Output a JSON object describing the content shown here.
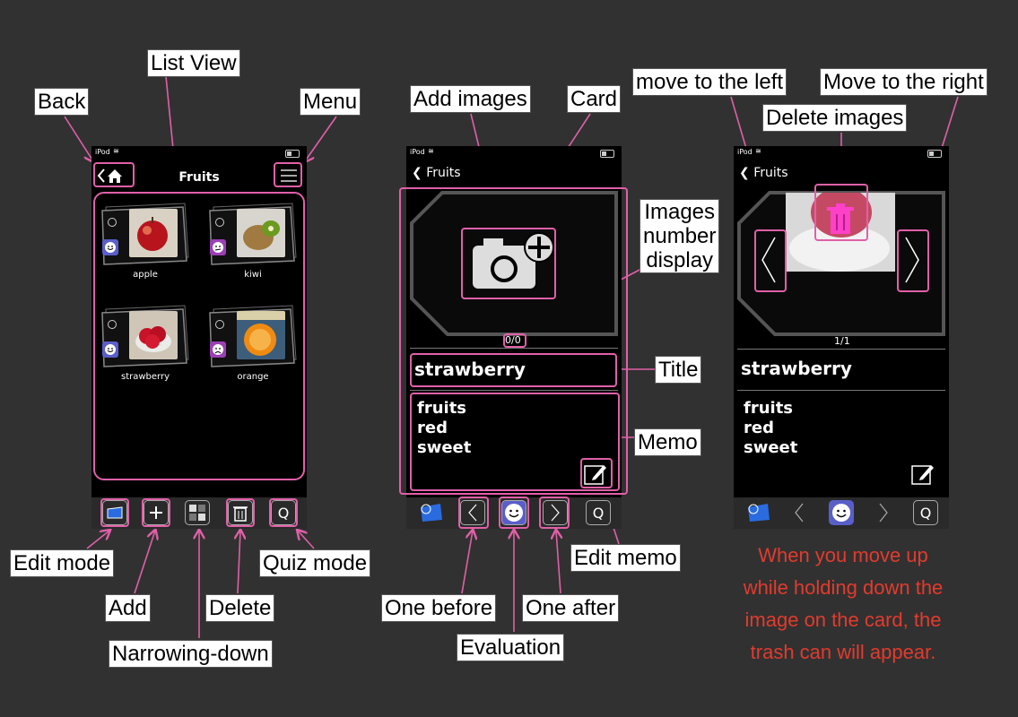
{
  "labels": {
    "list_view": "List View",
    "back": "Back",
    "menu": "Menu",
    "edit_mode": "Edit mode",
    "add": "Add",
    "narrowing_down": "Narrowing-down",
    "delete": "Delete",
    "quiz_mode": "Quiz mode",
    "add_images": "Add images",
    "card": "Card",
    "images_number_display": [
      "Images",
      "number",
      "display"
    ],
    "title": "Title",
    "memo": "Memo",
    "edit_memo": "Edit memo",
    "one_before": "One before",
    "one_after": "One after",
    "evaluation": "Evaluation",
    "move_left": "move to the left",
    "move_right": "Move to the right",
    "delete_images": "Delete images"
  },
  "status": {
    "device": "iPod"
  },
  "screen1": {
    "nav_title": "Fruits",
    "items": [
      {
        "name": "apple",
        "face": "happy",
        "photo": "apple"
      },
      {
        "name": "kiwi",
        "face": "confused",
        "photo": "kiwi"
      },
      {
        "name": "strawberry",
        "face": "happy",
        "photo": "strawberry"
      },
      {
        "name": "orange",
        "face": "sad",
        "photo": "orange"
      }
    ],
    "quiz_glyph": "Q"
  },
  "screen2": {
    "back_label": "Fruits",
    "counter": "0/0",
    "title": "strawberry",
    "memo": [
      "fruits",
      "red",
      "sweet"
    ],
    "quiz_glyph": "Q"
  },
  "screen3": {
    "back_label": "Fruits",
    "counter": "1/1",
    "title": "strawberry",
    "memo": [
      "fruits",
      "red",
      "sweet"
    ],
    "quiz_glyph": "Q"
  },
  "note": [
    "When you move up",
    "while holding down the",
    "image on the card, the",
    "trash can will appear."
  ],
  "colors": {
    "highlight": "#e060a8",
    "note_red": "#e23b2e",
    "background": "#313131",
    "face_blue": "#5a5ec8",
    "face_purple": "#9b3fb5"
  }
}
